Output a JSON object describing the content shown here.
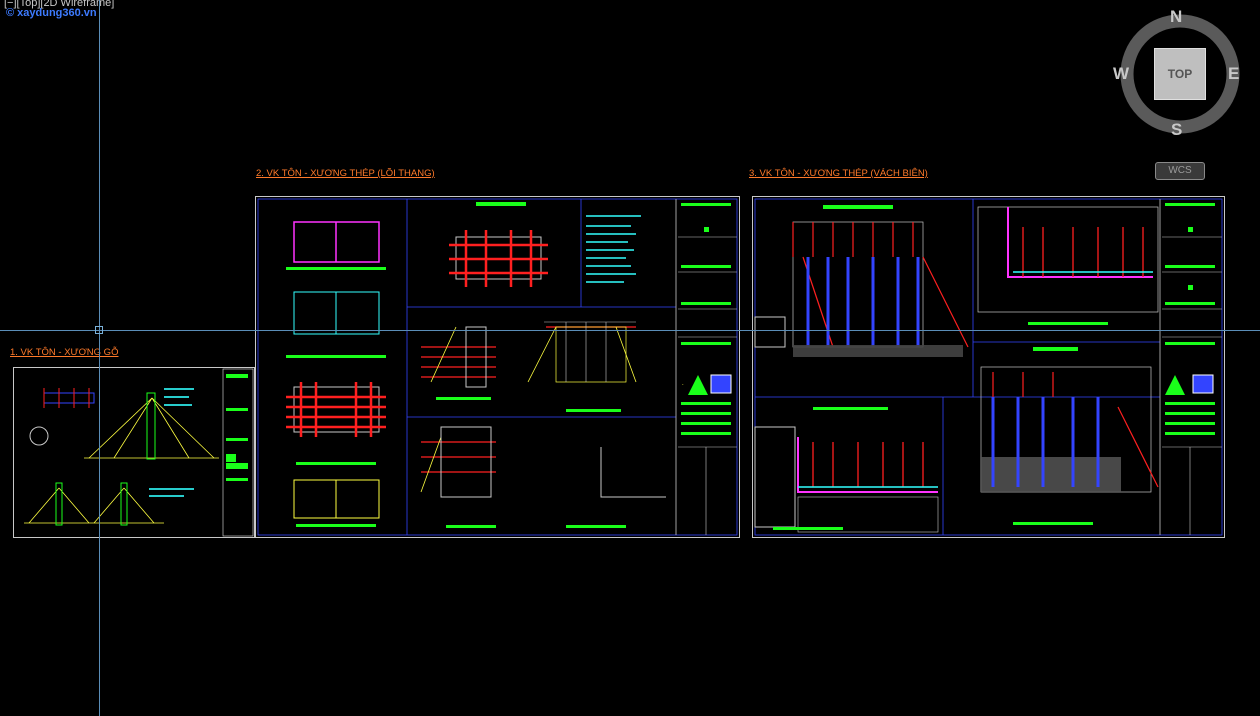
{
  "viewport": {
    "label": "[−][Top][2D Wireframe]",
    "watermark": "© xaydung360.vn"
  },
  "sheets": [
    {
      "title": "1. VK TÔN - XƯƠNG GỖ"
    },
    {
      "title": "2. VK TÔN - XƯƠNG THÉP (LÕI THANG)"
    },
    {
      "title": "3. VK TÔN - XƯƠNG THÉP (VÁCH BIÊN)"
    }
  ],
  "viewcube": {
    "north": "N",
    "south": "S",
    "east": "E",
    "west": "W",
    "face": "TOP",
    "wcs_label": "WCS"
  },
  "colors": {
    "background": "#000000",
    "sheet_border": "#c8c8c8",
    "title": "#ff7a2a",
    "crosshair": "#5a8db7",
    "cad_green": "#1aff1a",
    "cad_red": "#ff2020",
    "cad_magenta": "#ff33ff",
    "cad_blue": "#3344ff",
    "cad_yellow": "#ffff40",
    "cad_cyan": "#33ffff"
  }
}
